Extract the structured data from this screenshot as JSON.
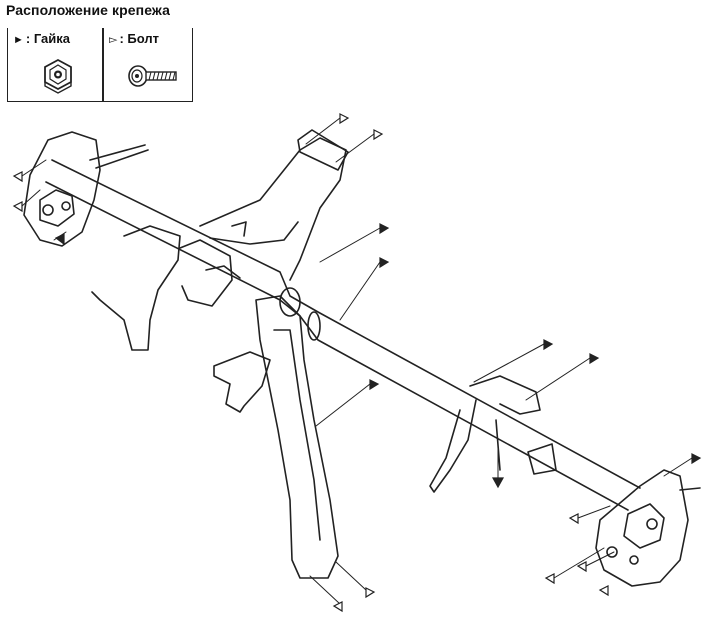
{
  "title": "Расположение крепежа",
  "legend": {
    "nut": {
      "symbol": "►",
      "label": ": Гайка",
      "icon": "nut-icon"
    },
    "bolt": {
      "symbol": "▻",
      "label": ": Болт",
      "icon": "bolt-icon"
    }
  },
  "colors": {
    "line": "#222222",
    "background": "#ffffff"
  }
}
